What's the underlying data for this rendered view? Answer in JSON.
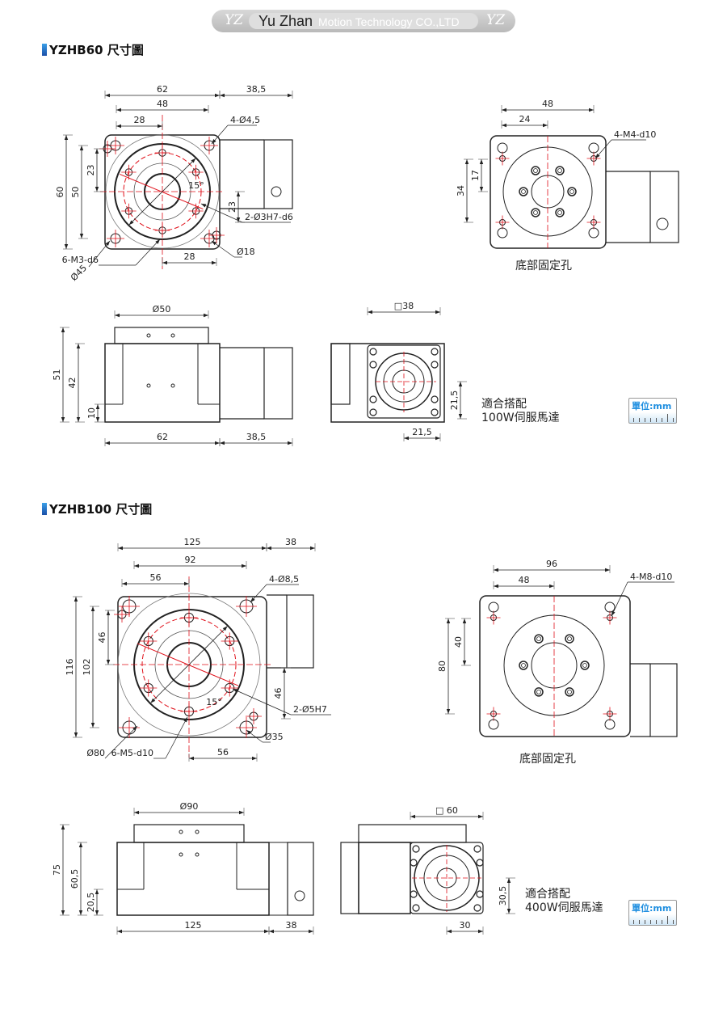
{
  "header": {
    "logo": "YZ",
    "brand": "Yu Zhan",
    "subtitle": "Motion Technology CO.,LTD"
  },
  "colors": {
    "accent": "#1e8ee0",
    "centerline": "#e0101a",
    "line": "#222222"
  },
  "sections": [
    {
      "title": "YZHB60 尺寸圖",
      "top_view": {
        "w62": "62",
        "w48": "48",
        "w28": "28",
        "w385": "38,5",
        "holes": "4-Ø4,5",
        "h60": "60",
        "h50": "50",
        "h23": "23",
        "r23": "23",
        "pin": "2-Ø3H7-d6",
        "d45": "Ø45",
        "tap": "6-M3-d6",
        "b28": "28",
        "d18": "Ø18",
        "angle": "15°"
      },
      "bottom_view": {
        "w48": "48",
        "w24": "24",
        "tap": "4-M4-d10",
        "h17": "17",
        "h34": "34",
        "caption": "底部固定孔"
      },
      "front_view": {
        "d50": "Ø50",
        "h51": "51",
        "h42": "42",
        "h10": "10",
        "w62": "62",
        "w385": "38,5"
      },
      "side_view": {
        "sq": "□38",
        "h215": "21,5",
        "w215": "21,5"
      },
      "motor_note": {
        "line1": "適合搭配",
        "line2": "100W伺服馬達"
      },
      "unit": "單位:mm"
    },
    {
      "title": "YZHB100 尺寸圖",
      "top_view": {
        "w125": "125",
        "w92": "92",
        "w56": "56",
        "w38": "38",
        "holes": "4-Ø8,5",
        "h116": "116",
        "h102": "102",
        "h46": "46",
        "r46": "46",
        "pin": "2-Ø5H7",
        "d80": "Ø80",
        "tap": "6-M5-d10",
        "b56": "56",
        "d35": "Ø35",
        "angle": "15°"
      },
      "bottom_view": {
        "w96": "96",
        "w48": "48",
        "tap": "4-M8-d10",
        "h40": "40",
        "h80": "80",
        "caption": "底部固定孔"
      },
      "front_view": {
        "d90": "Ø90",
        "h75": "75",
        "h605": "60,5",
        "h205": "20,5",
        "w125": "125",
        "w38": "38"
      },
      "side_view": {
        "sq": "□ 60",
        "h305": "30,5",
        "w30": "30"
      },
      "motor_note": {
        "line1": "適合搭配",
        "line2": "400W伺服馬達"
      },
      "unit": "單位:mm"
    }
  ]
}
